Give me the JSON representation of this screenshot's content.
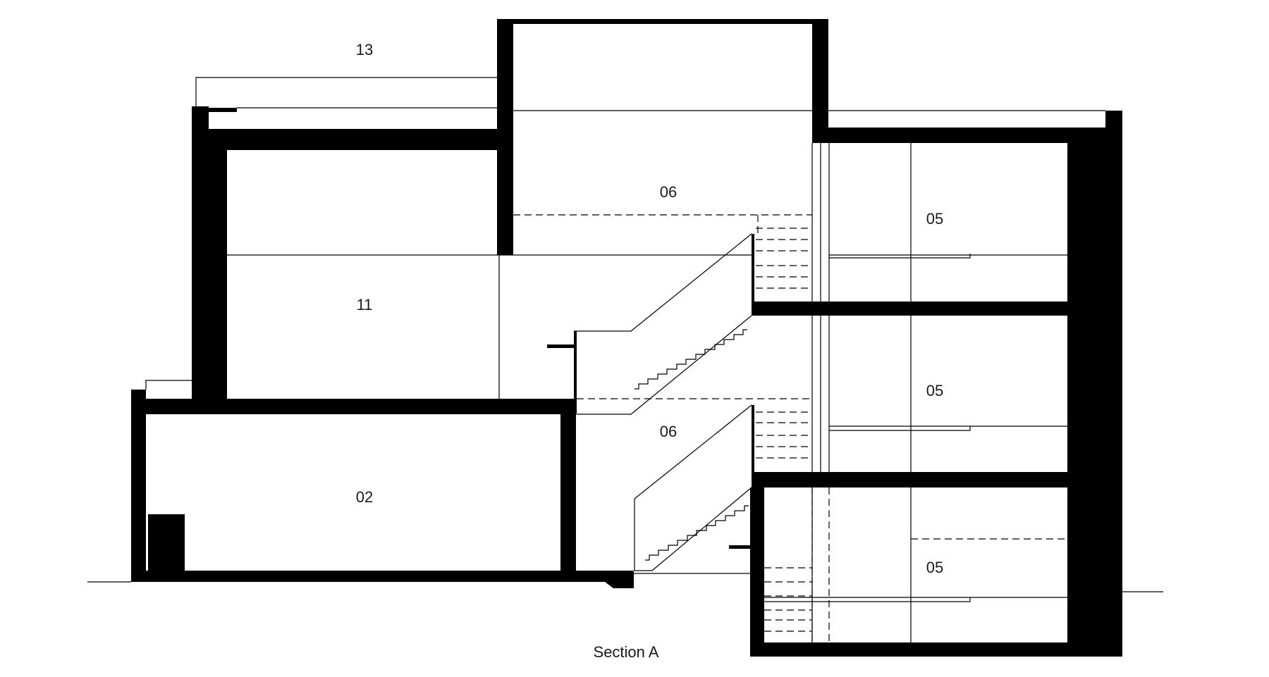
{
  "drawing": {
    "caption": "Section A",
    "room_labels": [
      {
        "id": "room-13",
        "text": "13"
      },
      {
        "id": "room-06-upper",
        "text": "06"
      },
      {
        "id": "room-05-top",
        "text": "05"
      },
      {
        "id": "room-11",
        "text": "11"
      },
      {
        "id": "room-05-middle",
        "text": "05"
      },
      {
        "id": "room-06-lower",
        "text": "06"
      },
      {
        "id": "room-02",
        "text": "02"
      },
      {
        "id": "room-05-bottom",
        "text": "05"
      }
    ]
  },
  "colors": {
    "ink": "#000000",
    "background": "#ffffff"
  }
}
